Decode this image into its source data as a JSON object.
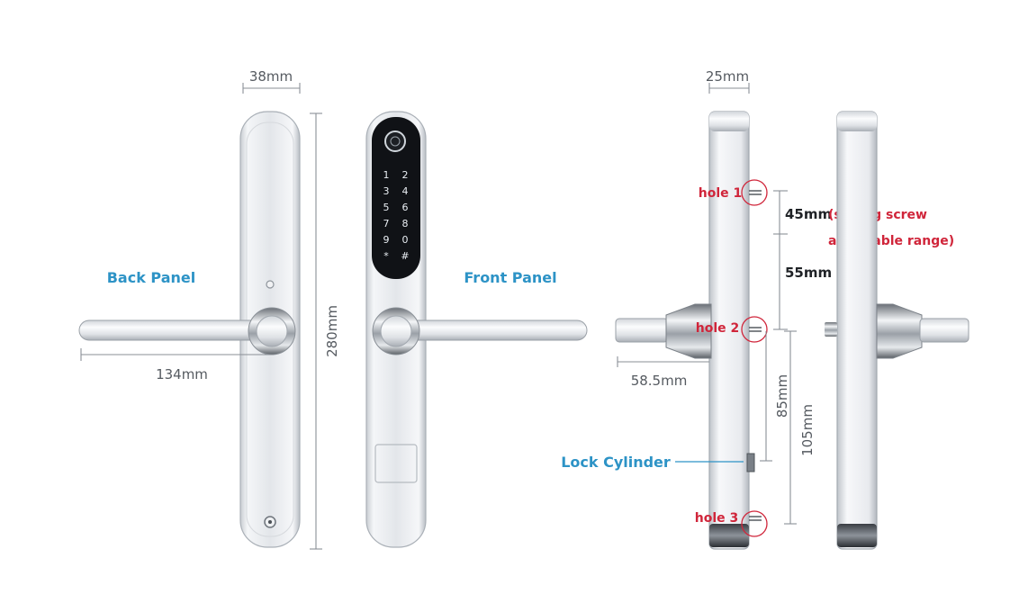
{
  "dimensions": {
    "width_back": "38mm",
    "height_back": "280mm",
    "handle_length": "134mm",
    "depth_side": "25mm",
    "hole1_to_hole2_range": "45mm",
    "hole1_to_hole2": "55mm",
    "handle_projection": "58.5mm",
    "hole2_to_cylinder": "85mm",
    "hole2_to_hole3": "105mm"
  },
  "labels": {
    "back_panel": "Back Panel",
    "front_panel": "Front Panel",
    "hole1": "hole 1",
    "hole2": "hole 2",
    "hole3": "hole 3",
    "lock_cylinder": "Lock Cylinder",
    "range_note_line1": "(sliding screw",
    "range_note_line2": "adjustable range)"
  },
  "keypad": {
    "keys": [
      "1",
      "2",
      "3",
      "4",
      "5",
      "6",
      "7",
      "8",
      "9",
      "0",
      "*",
      "#"
    ]
  },
  "colors": {
    "panel_label": "#2d93c6",
    "hole_label": "#d0253a",
    "keypad_bg": "#101216"
  }
}
